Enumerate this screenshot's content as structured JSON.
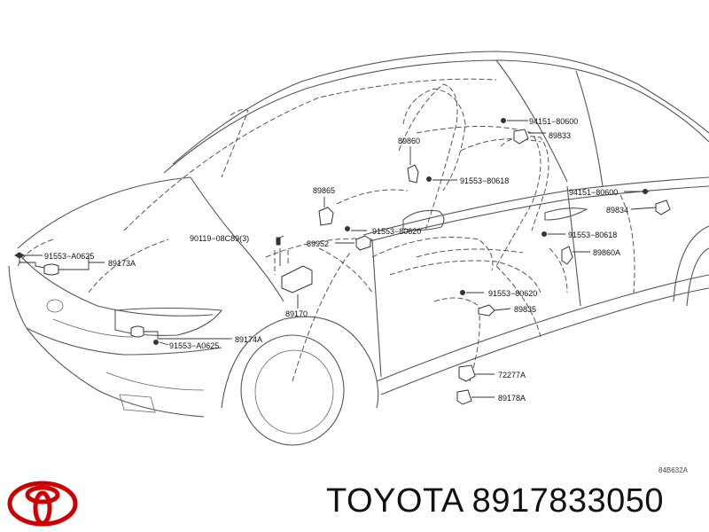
{
  "diagram": {
    "code": "84B632A",
    "labels": {
      "p89860": "89860",
      "p94151a": "94151−80600",
      "p89833": "89833",
      "p91553_618a": "91553−80618",
      "p89865": "89865",
      "p91553_620a": "91553−80620",
      "p90119": "90119−08C89(3)",
      "p89952": "89952",
      "p94151b": "94151−80600",
      "p89834": "89834",
      "p91553_618b": "91553−80618",
      "p89860A": "89860A",
      "p91553_A625a": "91553−A0625",
      "p89173A": "89173A",
      "p89170": "89170",
      "p91553_620b": "91553−80620",
      "p89835": "89835",
      "p89174A": "89174A",
      "p91553_A625b": "91553−A0625",
      "p72277A": "72277A",
      "p89178A": "89178A"
    }
  },
  "footer": {
    "logo": "toyota-logo",
    "brand": "TOYOTA",
    "part_number": "8917833050",
    "title": "TOYOTA 8917833050",
    "logo_color": "#cc0000"
  }
}
